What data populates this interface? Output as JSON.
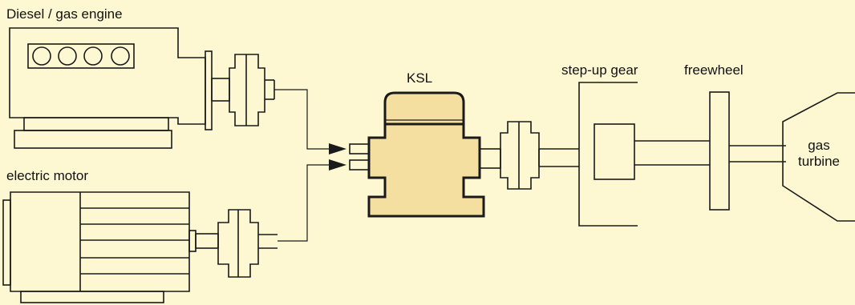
{
  "labels": {
    "engine": "Diesel / gas engine",
    "motor": "electric motor",
    "ksl": "KSL",
    "gear": "step-up gear",
    "freewheel": "freewheel",
    "turbine_line1": "gas",
    "turbine_line2": "turbine"
  },
  "colors": {
    "background": "#fdf8d2",
    "ksl_fill": "#f5dfa0",
    "stroke": "#1a1a1a"
  },
  "icons": {
    "arrow": "arrow-right-icon"
  }
}
